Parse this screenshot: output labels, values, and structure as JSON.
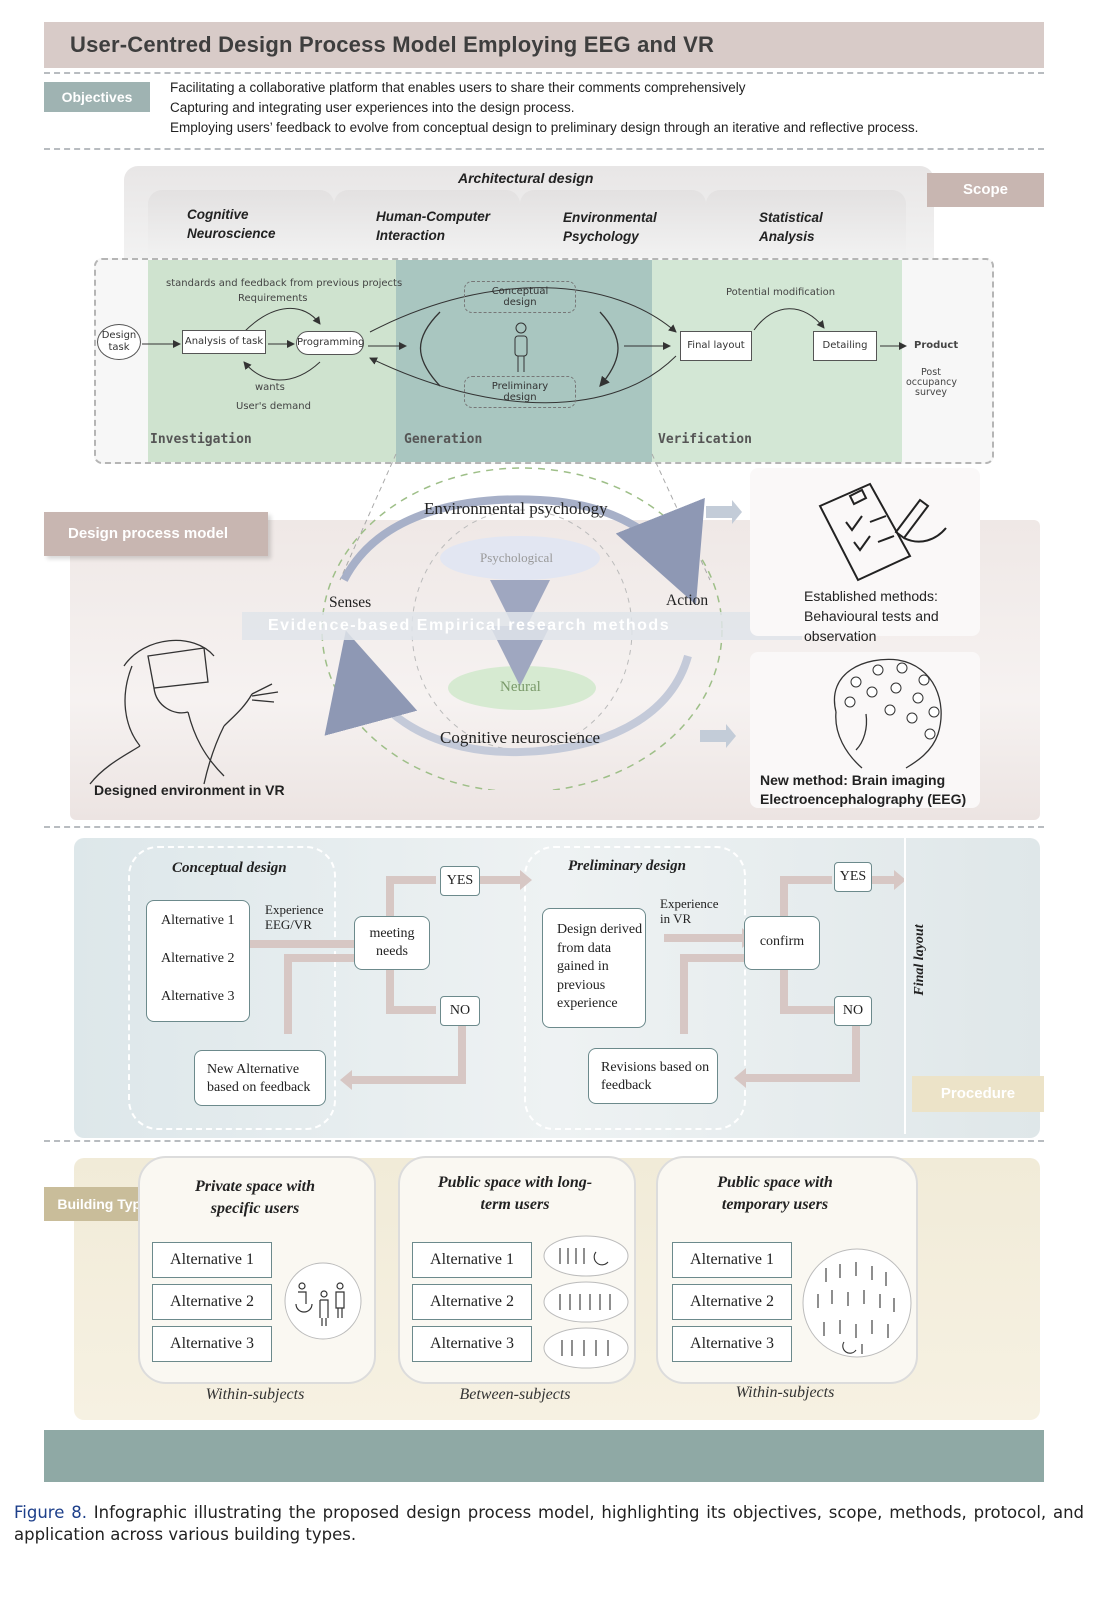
{
  "title": "User-Centred Design Process Model Employing EEG and VR",
  "objectives": {
    "label": "Objectives",
    "lines": [
      "Facilitating a collaborative platform that enables users to share their comments comprehensively",
      "Capturing and integrating user experiences into the design process.",
      "Employing users’ feedback to evolve from conceptual design to preliminary design through an iterative and reflective process."
    ]
  },
  "scope": {
    "label": "Scope",
    "architectural": "Architectural design",
    "disciplines": [
      "Cognitive Neuroscience",
      "Human-Computer Interaction",
      "Environmental Psychology",
      "Statistical Analysis"
    ],
    "process": {
      "design_task": "Design task",
      "analysis": "Analysis of task",
      "programming": "Programming",
      "standards": "standards and feedback from previous projects",
      "requirements": "Requirements",
      "wants": "wants",
      "users_demand": "User's demand",
      "conceptual": "Conceptual design",
      "preliminary": "Preliminary design",
      "final_layout": "Final layout",
      "detailing": "Detailing",
      "product": "Product",
      "potential_mod": "Potential modification",
      "post_occupancy": "Post occupancy survey",
      "phases": [
        "Investigation",
        "Generation",
        "Verification"
      ]
    }
  },
  "design_model": {
    "label": "Design process model",
    "env_psych": "Environmental psychology",
    "psychological": "Psychological",
    "senses": "Senses",
    "action": "Action",
    "evidence": "Evidence-based Empirical research methods",
    "neural": "Neural",
    "cog_neuro": "Cognitive neuroscience",
    "vr_caption": "Designed environment in VR",
    "established": "Established methods: Behavioural tests and observation",
    "new_method_1": "New method: Brain imaging",
    "new_method_2": "Electroencephalography (EEG)"
  },
  "procedure": {
    "label": "Procedure",
    "conceptual_title": "Conceptual design",
    "alternatives": [
      "Alternative 1",
      "Alternative 2",
      "Alternative 3"
    ],
    "experience_eeg": "Experience EEG/VR",
    "meeting_needs": "meeting needs",
    "yes": "YES",
    "no": "NO",
    "new_alt": "New Alternative based on feedback",
    "preliminary_title": "Preliminary design",
    "design_derived": "Design derived from data gained in previous experience",
    "experience_vr": "Experience in VR",
    "confirm": "confirm",
    "revisions": "Revisions based on feedback",
    "final_layout": "Final layout"
  },
  "building_types": {
    "label": "Building Types",
    "cards": [
      {
        "title": "Private space with specific users",
        "footer": "Within-subjects",
        "alternatives": [
          "Alternative 1",
          "Alternative 2",
          "Alternative 3"
        ]
      },
      {
        "title": "Public space with long-term users",
        "footer": "Between-subjects",
        "alternatives": [
          "Alternative 1",
          "Alternative 2",
          "Alternative 3"
        ]
      },
      {
        "title": "Public space with temporary users",
        "footer": "Within-subjects",
        "alternatives": [
          "Alternative 1",
          "Alternative 2",
          "Alternative 3"
        ]
      }
    ]
  },
  "caption": {
    "label": "Figure 8.",
    "text": "Infographic illustrating the proposed design process model, highlighting its objectives, scope, methods, protocol, and application across various building types."
  },
  "colors": {
    "teal": "#8fa9a5",
    "rose": "#c8b6b1",
    "sand": "#c9bd9a",
    "green_zone": "#cfe3cf",
    "generation_zone": "#a9c6c0"
  }
}
